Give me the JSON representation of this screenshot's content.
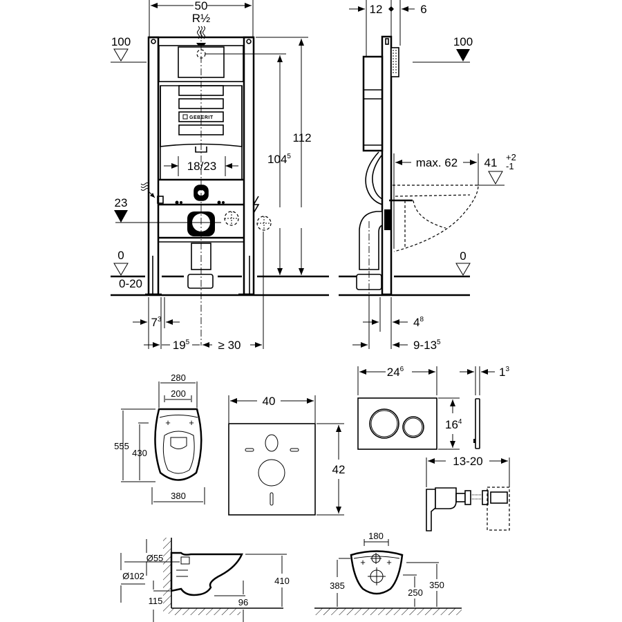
{
  "front_view": {
    "width": "50",
    "inlet": "R½",
    "height_total": "112",
    "height_inlet": "104",
    "height_inlet_sup": "5",
    "flush_pipe_spacing": "18/23",
    "level_top": "100",
    "level_drain": "23",
    "level_floor": "0",
    "floor_range": "0-20",
    "foot_offset": "7",
    "foot_offset_sup": "3",
    "axis_offset": "19",
    "axis_offset_sup": "5",
    "min_clearance": "≥ 30",
    "brand": "GEBERIT"
  },
  "side_view": {
    "depth_back": "12",
    "depth_front": "6",
    "level_top": "100",
    "pan_projection": "max. 62",
    "seat_height": "41",
    "seat_tolerance_plus": "+2",
    "seat_tolerance_minus": "-1",
    "level_floor": "0",
    "frame_depth": "4",
    "frame_depth_sup": "8",
    "drain_offset": "9-13",
    "drain_offset_sup": "5"
  },
  "pan_top_view": {
    "outer_width": "280",
    "inner_width": "200",
    "length": "555",
    "fixing_to_front": "430",
    "body_width": "380"
  },
  "sound_insulation_pad": {
    "width": "40",
    "height": "42"
  },
  "flush_plate": {
    "width": "24",
    "width_sup": "6",
    "height": "16",
    "height_sup": "4",
    "thickness": "1",
    "thickness_sup": "3"
  },
  "fixing_bolt": {
    "length_range": "13-20"
  },
  "pan_side_view": {
    "outlet_diameter_small": "Ø55",
    "outlet_diameter_large": "Ø102",
    "outlet_height": "115",
    "overall_height": "410",
    "rim_to_floor": "96"
  },
  "pan_rear_view": {
    "fixing_spacing": "180",
    "bolt_height": "385",
    "outlet_height": "250",
    "inlet_height": "350"
  }
}
